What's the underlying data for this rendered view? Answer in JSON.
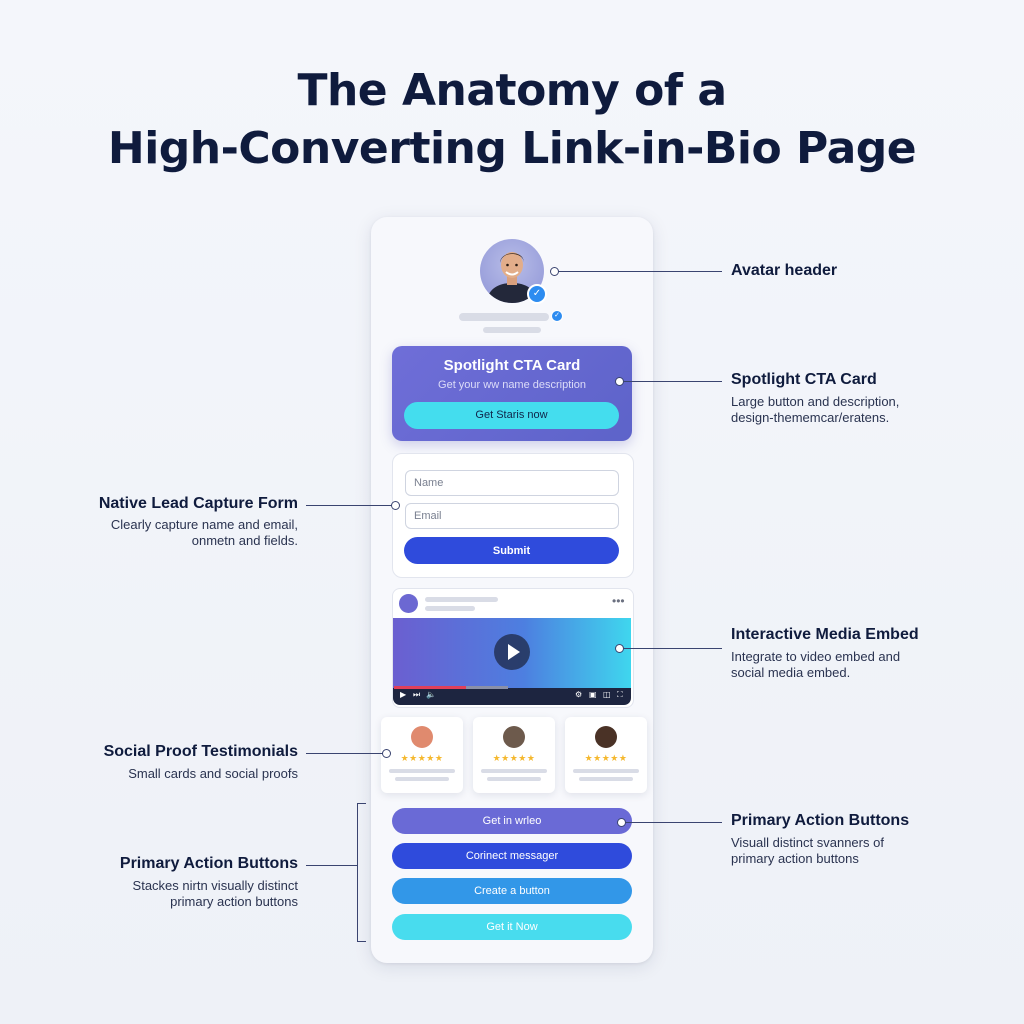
{
  "title": {
    "line1": "The Anatomy of a",
    "line2": "High-Converting Link-in-Bio Page"
  },
  "colors": {
    "navy": "#0f1b3d",
    "cta_purple": "#6f6ed8",
    "cyan": "#44ddee",
    "blue": "#2f4bdc",
    "star": "#f5b82e"
  },
  "phone": {
    "cta": {
      "title": "Spotlight CTA Card",
      "description": "Get your ww name description",
      "button": "Get Staris now"
    },
    "form": {
      "name_placeholder": "Name",
      "email_placeholder": "Email",
      "submit": "Submit"
    },
    "testimonials": {
      "stars": "★★★★★"
    },
    "actions": [
      {
        "label": "Get in wrleo",
        "color": "#6a6ad6"
      },
      {
        "label": "Corinect messager",
        "color": "#2f4bdc"
      },
      {
        "label": "Create a button",
        "color": "#3297e8"
      },
      {
        "label": "Get it Now",
        "color": "#48dcee"
      }
    ]
  },
  "annotations": {
    "avatar": {
      "title": "Avatar header"
    },
    "cta": {
      "title": "Spotlight CTA Card",
      "desc1": "Large button and description,",
      "desc2": "design-thememcar/eratens."
    },
    "form": {
      "title": "Native Lead Capture Form",
      "desc1": "Clearly capture name and email,",
      "desc2": "onmetn and fields."
    },
    "media": {
      "title": "Interactive Media Embed",
      "desc1": "Integrate to video embed and",
      "desc2": "social media embed."
    },
    "social": {
      "title": "Social Proof Testimonials",
      "desc1": "Small cards and social proofs"
    },
    "primary_right": {
      "title": "Primary Action Buttons",
      "desc1": "Visuall distinct svanners of",
      "desc2": "primary action buttons"
    },
    "primary_left": {
      "title": "Primary Action Buttons",
      "desc1": "Stackes nirtn visually distinct",
      "desc2": "primary action buttons"
    }
  }
}
